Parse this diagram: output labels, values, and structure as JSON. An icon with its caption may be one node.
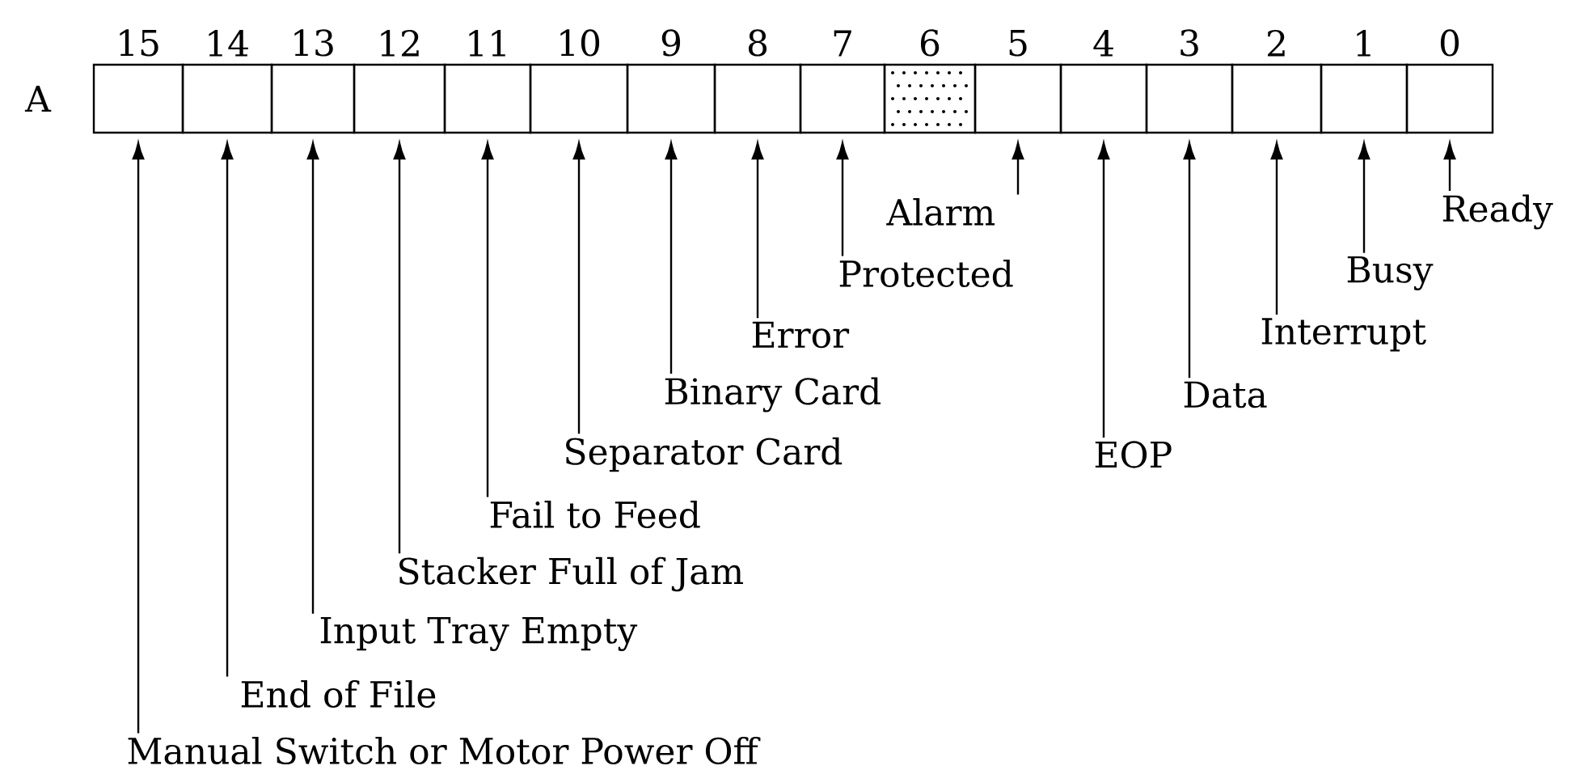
{
  "diagram": {
    "nodes": [
      {
        "text": [
          "15"
        ]
      },
      {
        "text": [
          "14"
        ]
      },
      {
        "text": [
          "13"
        ]
      },
      {
        "text": [
          "12"
        ]
      },
      {
        "text": [
          "11"
        ]
      },
      {
        "text": [
          "10"
        ]
      },
      {
        "text": [
          "9"
        ]
      },
      {
        "text": [
          "8"
        ]
      },
      {
        "text": [
          "7"
        ]
      },
      {
        "text": [
          "6"
        ]
      },
      {
        "text": [
          "5"
        ]
      },
      {
        "text": [
          "4"
        ]
      },
      {
        "text": [
          "3"
        ]
      },
      {
        "text": [
          "2"
        ]
      },
      {
        "text": [
          "1"
        ]
      },
      {
        "text": [
          "0"
        ]
      },
      {
        "text": [
          "Alarm"
        ]
      },
      {
        "text": [
          "Ready"
        ]
      },
      {
        "text": [
          "Protected"
        ]
      },
      {
        "text": [
          "Busy"
        ]
      },
      {
        "text": [
          "Error"
        ]
      },
      {
        "text": [
          "Interrupt"
        ]
      },
      {
        "text": [
          "Binary Card"
        ]
      },
      {
        "text": [
          "Data"
        ]
      },
      {
        "text": [
          "Separator Card"
        ]
      },
      {
        "text": [
          "EOP"
        ]
      },
      {
        "text": [
          "Fail to Feed"
        ]
      },
      {
        "text": [
          "Stacker Full of Jam"
        ]
      },
      {
        "text": [
          "Input Tray Empty"
        ]
      },
      {
        "text": [
          "End of File"
        ]
      },
      {
        "text": [
          "Manual Switch or Motor Power Off"
        ]
      }
    ],
    "edges": [
      {
        "from": 30,
        "to": 0,
        "arrow": "to"
      },
      {
        "from": 29,
        "to": 1,
        "arrow": "to"
      },
      {
        "from": 28,
        "to": 2,
        "arrow": "to"
      },
      {
        "from": 27,
        "to": 3,
        "arrow": "to"
      },
      {
        "from": 26,
        "to": 4,
        "arrow": "to"
      },
      {
        "from": 24,
        "to": 5,
        "arrow": "to"
      },
      {
        "from": 22,
        "to": 6,
        "arrow": "to"
      },
      {
        "from": 20,
        "to": 7,
        "arrow": "to"
      },
      {
        "from": 18,
        "to": 8,
        "arrow": "to"
      },
      {
        "from": 16,
        "to": 10,
        "arrow": "to"
      },
      {
        "from": 25,
        "to": 11,
        "arrow": "to"
      },
      {
        "from": 23,
        "to": 12,
        "arrow": "to"
      },
      {
        "from": 21,
        "to": 13,
        "arrow": "to"
      },
      {
        "from": 19,
        "to": 14,
        "arrow": "to"
      },
      {
        "from": 17,
        "to": 15,
        "arrow": "to"
      }
    ],
    "labels": [
      "A"
    ]
  }
}
